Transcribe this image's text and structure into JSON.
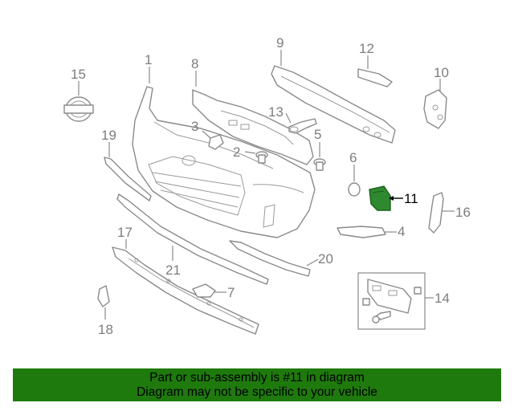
{
  "highlighted_part": "11",
  "colors": {
    "highlight": "#2f8a2f",
    "banner": "#1f7a0d",
    "parts": "#8a8a8a"
  },
  "callouts": [
    "1",
    "2",
    "3",
    "4",
    "5",
    "6",
    "7",
    "8",
    "9",
    "10",
    "11",
    "12",
    "13",
    "14",
    "15",
    "16",
    "17",
    "18",
    "19",
    "20",
    "21"
  ],
  "footer": {
    "line1": "Part or sub-assembly is #11 in diagram",
    "line2": "Diagram may not be specific to your vehicle"
  }
}
